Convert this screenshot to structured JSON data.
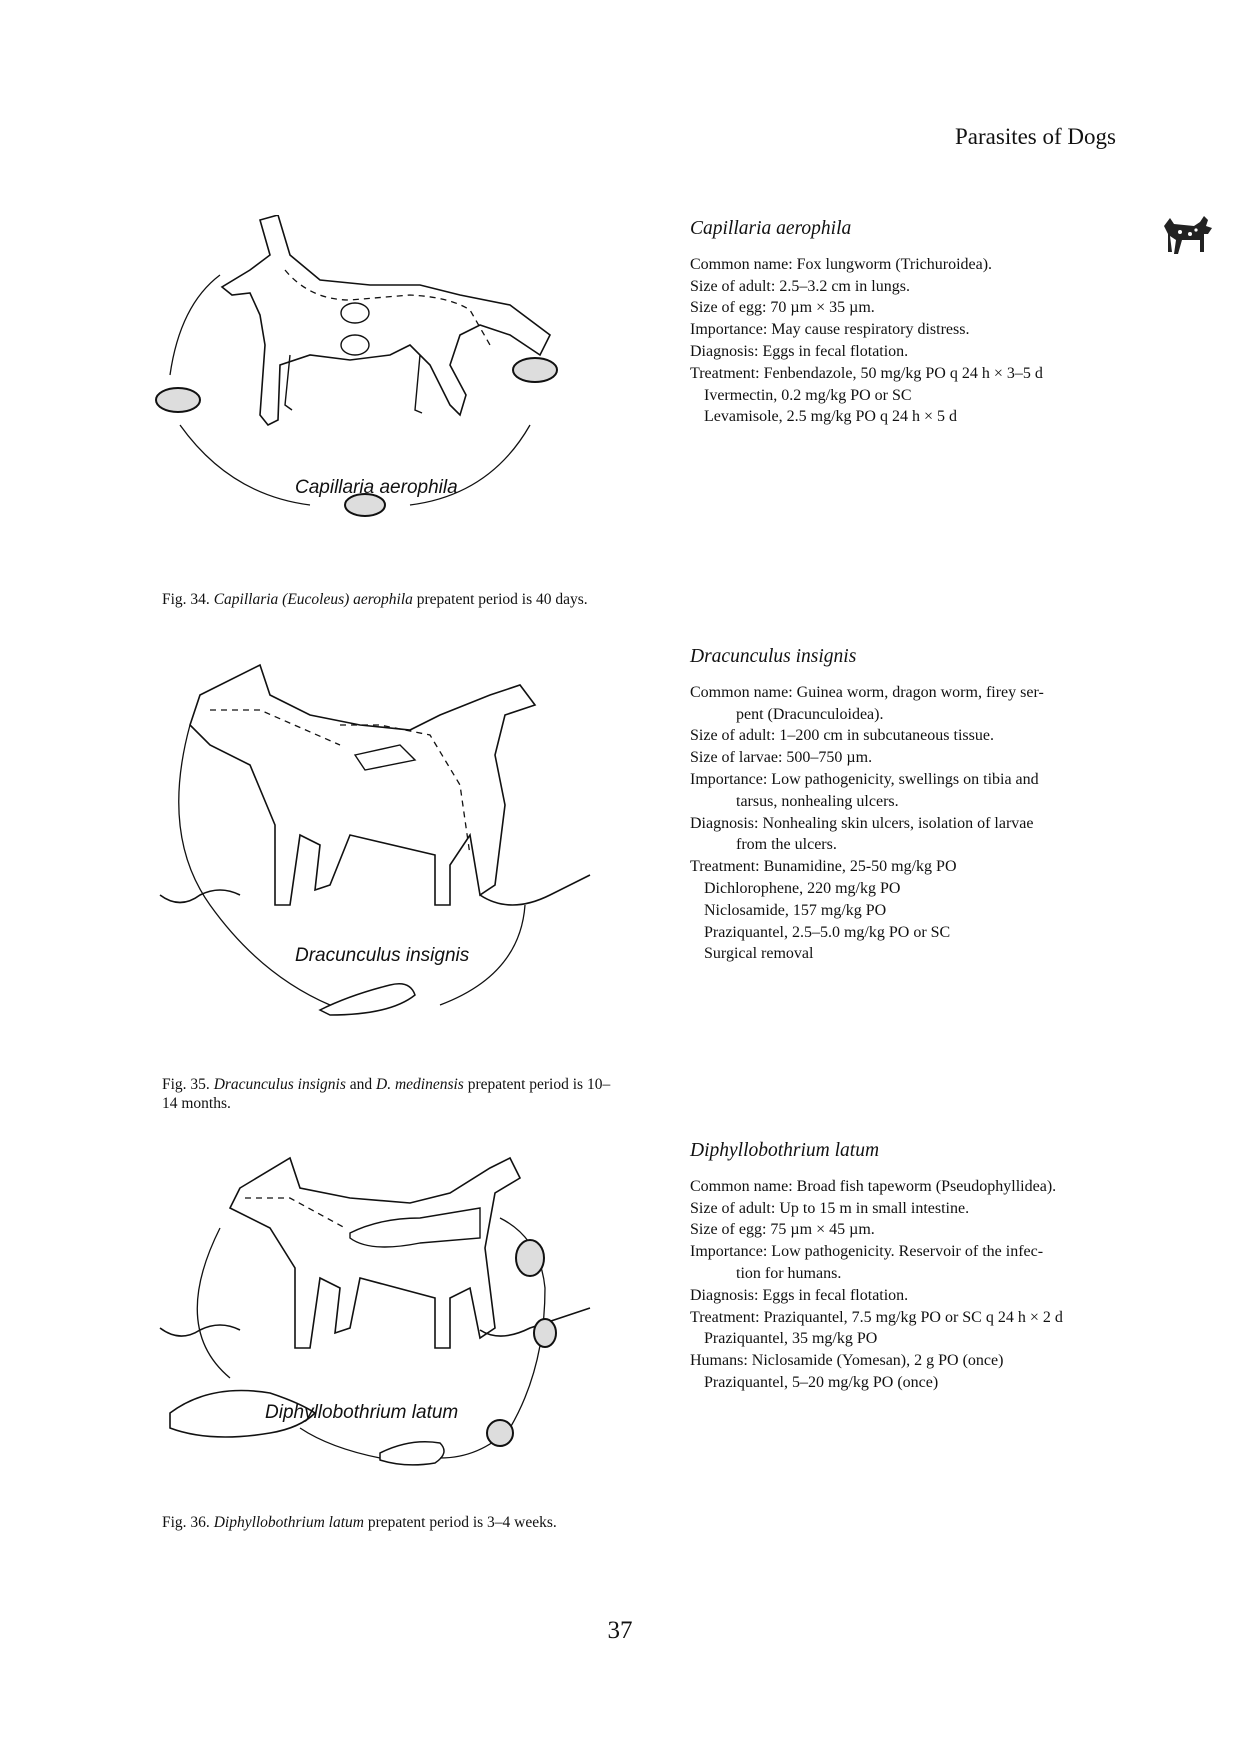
{
  "header": {
    "title": "Parasites of Dogs"
  },
  "figures": [
    {
      "diagram_label": "Capillaria aerophila",
      "caption_prefix": "Fig. 34. ",
      "caption_italic": "Capillaria (Eucoleus) aerophila",
      "caption_rest": " prepatent period is 40 days."
    },
    {
      "diagram_label": "Dracunculus insignis",
      "caption_prefix": "Fig. 35. ",
      "caption_italic": "Dracunculus insignis",
      "caption_mid": " and ",
      "caption_italic2": "D. medinensis",
      "caption_rest": " prepatent period is 10–14 months."
    },
    {
      "diagram_label": "Diphyllobothrium latum",
      "caption_prefix": "Fig. 36. ",
      "caption_italic": "Diphyllobothrium latum",
      "caption_rest": " prepatent period is 3–4 weeks."
    }
  ],
  "sections": [
    {
      "title": "Capillaria aerophila",
      "lines": [
        "Common name: Fox lungworm (Trichuroidea).",
        "Size of adult: 2.5–3.2 cm in lungs.",
        "Size of egg: 70 µm × 35 µm.",
        "Importance: May cause respiratory distress.",
        "Diagnosis: Eggs in fecal flotation.",
        "Treatment: Fenbendazole, 50 mg/kg PO q 24 h × 3–5 d",
        "Ivermectin, 0.2 mg/kg PO or SC",
        "Levamisole, 2.5 mg/kg PO q 24 h × 5 d"
      ]
    },
    {
      "title": "Dracunculus insignis",
      "lines": [
        "Common name: Guinea worm, dragon worm, firey ser-",
        "pent (Dracunculoidea).",
        "Size of adult: 1–200 cm in subcutaneous tissue.",
        "Size of larvae: 500–750 µm.",
        "Importance: Low pathogenicity, swellings on tibia and",
        "tarsus, nonhealing ulcers.",
        "Diagnosis: Nonhealing skin ulcers, isolation of larvae",
        "from the ulcers.",
        "Treatment: Bunamidine, 25-50 mg/kg PO",
        "Dichlorophene, 220 mg/kg PO",
        "Niclosamide, 157 mg/kg PO",
        "Praziquantel, 2.5–5.0 mg/kg PO or SC",
        "Surgical removal"
      ]
    },
    {
      "title": "Diphyllobothrium latum",
      "lines": [
        "Common name: Broad fish tapeworm (Pseudophyllidea).",
        "Size of adult: Up to 15 m in small intestine.",
        "Size of egg: 75 µm × 45 µm.",
        "Importance: Low pathogenicity. Reservoir of the infec-",
        "tion for humans.",
        "Diagnosis: Eggs in fecal flotation.",
        "Treatment: Praziquantel, 7.5 mg/kg PO or SC q 24 h × 2 d",
        "Praziquantel, 35 mg/kg PO",
        "Humans: Niclosamide (Yomesan), 2 g PO (once)",
        "Praziquantel, 5–20 mg/kg PO (once)"
      ]
    }
  ],
  "page_number": "37"
}
